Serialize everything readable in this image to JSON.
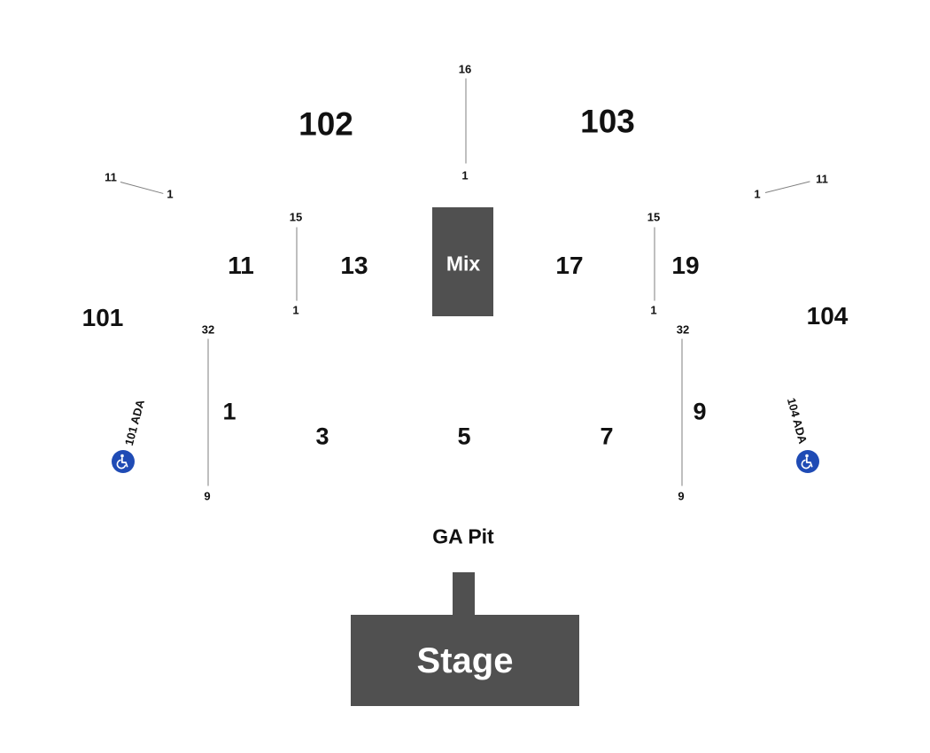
{
  "upper_sections": {
    "s101": "101",
    "s102": "102",
    "s103": "103",
    "s104": "104"
  },
  "mid_sections": {
    "s11": "11",
    "s13": "13",
    "s17": "17",
    "s19": "19"
  },
  "floor_sections": {
    "s1": "1",
    "s3": "3",
    "s5": "5",
    "s7": "7",
    "s9": "9"
  },
  "row_markers": {
    "center_top": "16",
    "center_bottom": "1",
    "left_corner_start": "11",
    "left_corner_end": "1",
    "right_corner_start": "11",
    "right_corner_end": "1",
    "left_mid_top": "15",
    "left_mid_bottom": "1",
    "right_mid_top": "15",
    "right_mid_bottom": "1",
    "left_floor_top": "32",
    "left_floor_bottom": "9",
    "right_floor_top": "32",
    "right_floor_bottom": "9"
  },
  "mix": {
    "label": "Mix"
  },
  "ga_pit": {
    "label": "GA Pit"
  },
  "stage": {
    "label": "Stage"
  },
  "ada": {
    "left_label": "101 ADA",
    "right_label": "104 ADA",
    "icon": "wheelchair-icon",
    "color": "#1f4bb5"
  },
  "colors": {
    "block": "#505050",
    "divider": "#7f7f7f",
    "text": "#111111"
  }
}
